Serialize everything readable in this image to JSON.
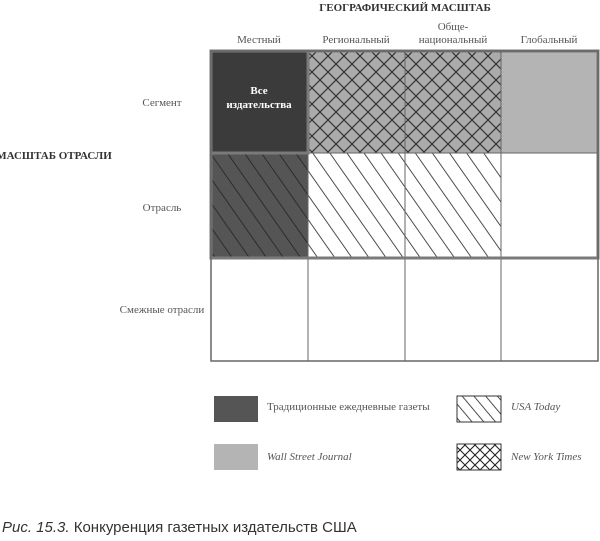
{
  "diagram": {
    "top_axis_title": "ГЕОГРАФИЧЕСКИЙ МАСШТАБ",
    "left_axis_title": "МАСШТАБ ОТРАСЛИ",
    "columns": [
      {
        "label_lines": [
          "Местный"
        ]
      },
      {
        "label_lines": [
          "Региональный"
        ]
      },
      {
        "label_lines": [
          "Обще-",
          "национальный"
        ]
      },
      {
        "label_lines": [
          "Глобальный"
        ]
      }
    ],
    "rows": [
      {
        "label": "Сегмент"
      },
      {
        "label": "Отрасль"
      },
      {
        "label": "Смежные отрасли"
      }
    ],
    "cell_label_lines": [
      "Все",
      "издательства"
    ],
    "colors": {
      "dark": "#555555",
      "darkest": "#3b3b3b",
      "light": "#b4b4b4",
      "grid": "#666666",
      "border": "#7a7a7a"
    }
  },
  "legend": [
    {
      "label": "Традиционные ежедневные газеты",
      "pattern": "dark",
      "italic": false
    },
    {
      "label": "USA Today",
      "pattern": "diag-hatch",
      "italic": true
    },
    {
      "label": "Wall Street Journal",
      "pattern": "light",
      "italic": true
    },
    {
      "label": "New York Times",
      "pattern": "cross-hatch",
      "italic": true
    }
  ],
  "caption": {
    "figure_number": "Рис. 15.3.",
    "text": "Конкуренция газетных издательств США"
  }
}
